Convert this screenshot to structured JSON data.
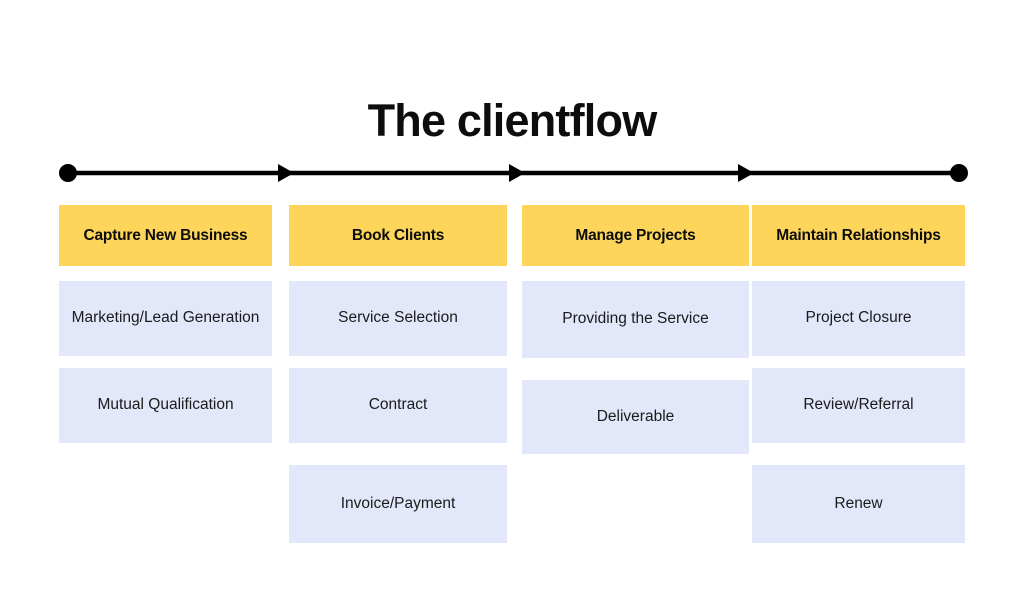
{
  "page": {
    "title": "The clientflow",
    "background_color": "#ffffff"
  },
  "colors": {
    "header_yellow": "#fdd55a",
    "card_lavender": "#e2e7fa",
    "text_dark": "#0d0d0d",
    "timeline_black": "#000000"
  },
  "timeline": {
    "name": "process-timeline",
    "start_marker": "circle-dot",
    "end_marker": "circle-dot",
    "arrow_count": 3,
    "arrow_glyph": "arrow-right-icon"
  },
  "flow": {
    "columns": [
      {
        "header": "Capture New Business",
        "steps": [
          "Marketing/Lead Generation",
          "Mutual Qualification"
        ]
      },
      {
        "header": "Book Clients",
        "steps": [
          "Service Selection",
          "Contract",
          "Invoice/Payment"
        ]
      },
      {
        "header": "Manage Projects",
        "steps": [
          "Providing the Service",
          "Deliverable"
        ]
      },
      {
        "header": "Maintain Relationships",
        "steps": [
          "Project Closure",
          "Review/Referral",
          "Renew"
        ]
      }
    ]
  }
}
